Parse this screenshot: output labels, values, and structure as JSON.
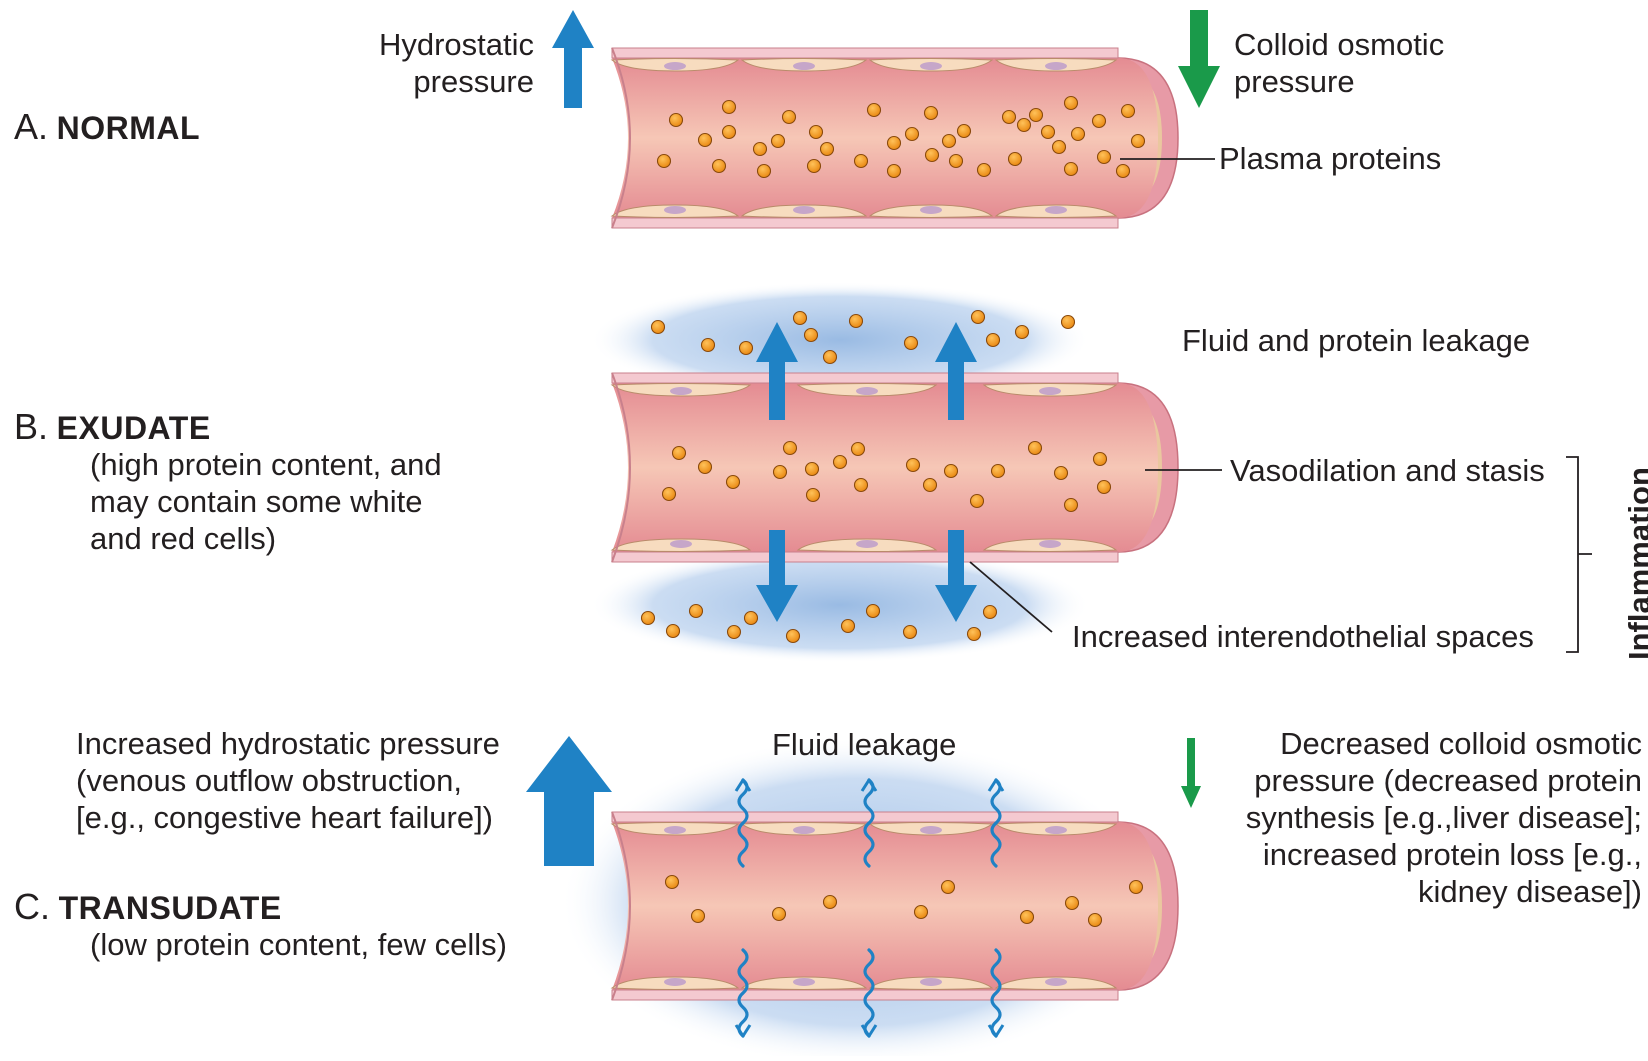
{
  "panels": {
    "normal": {
      "letter": "A.",
      "title": "NORMAL",
      "hydrostatic_label": "Hydrostatic\npressure",
      "colloid_label": "Colloid osmotic\npressure",
      "proteins_label": "Plasma proteins"
    },
    "exudate": {
      "letter": "B.",
      "title": "EXUDATE",
      "description": "(high protein content, and\nmay contain some white\nand red cells)",
      "leakage_label": "Fluid and protein leakage",
      "vasodilation_label": "Vasodilation and stasis",
      "spaces_label": "Increased interendothelial spaces",
      "bracket_label": "Inflammation"
    },
    "transudate": {
      "letter": "C.",
      "title": "TRANSUDATE",
      "description": "(low protein content, few cells)",
      "hydrostatic_label": "Increased hydrostatic pressure\n(venous outflow obstruction,\n[e.g., congestive heart failure])",
      "leakage_label": "Fluid leakage",
      "colloid_label": "Decreased colloid osmotic\npressure (decreased protein\nsynthesis [e.g.,liver disease];\nincreased protein loss [e.g.,\nkidney disease])"
    }
  },
  "colors": {
    "vessel_wall": "#f4c9d0",
    "vessel_lumen": "#e8949a",
    "endothelial_cell": "#f7dcbf",
    "nucleus": "#c6a6c9",
    "protein": "#f39a1f",
    "hydrostatic_arrow": "#1f82c5",
    "colloid_arrow": "#1a9a4a",
    "edema_glow": "#8eb3e0"
  }
}
